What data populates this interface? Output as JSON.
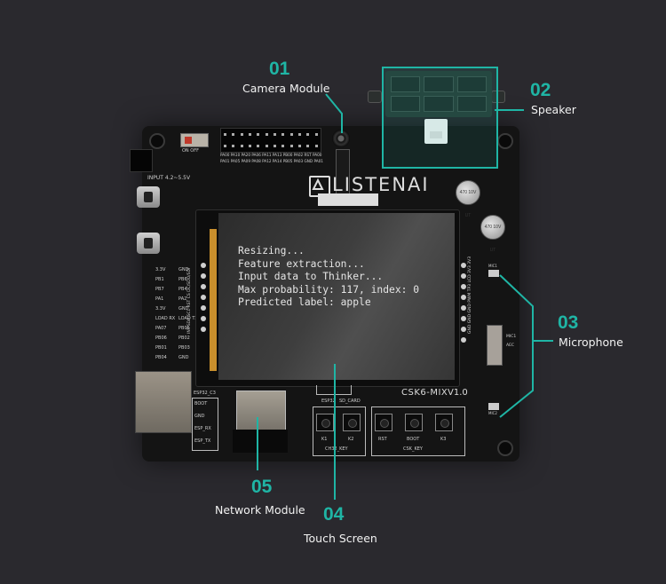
{
  "accent_color": "#1fb5a5",
  "background_color": "#2a292e",
  "callouts": [
    {
      "number": "01",
      "label": "Camera Module"
    },
    {
      "number": "02",
      "label": "Speaker"
    },
    {
      "number": "03",
      "label": "Microphone"
    },
    {
      "number": "04",
      "label": "Touch Screen"
    },
    {
      "number": "05",
      "label": "Network Module"
    }
  ],
  "board": {
    "brand": "LISTENAI",
    "model": "CSK6-MIX",
    "version": "V1.0",
    "input_label": "INPUT 4.2~5.5V",
    "switch_label": "ON OFF",
    "capacitor_label": "470 10V UT",
    "header_row1": "PA00 PA10 PA20 PA06 PA11 PA13 PB00 PA02 RST PA00",
    "header_row2": "PA01 PA05 PA09 PA08 PA12 PA14 PB05 PA03 GND PA01",
    "left_pins_left": [
      "3.3V",
      "PB1",
      "PB7",
      "PA1",
      "3.3V",
      "LOAD RX",
      "PA07",
      "PB06",
      "PB01",
      "PB04"
    ],
    "left_pins_right": [
      "GND",
      "PB6",
      "PB4",
      "PA2",
      "GND",
      "LOAD TX",
      "PB05",
      "PB02",
      "PB03",
      "GND"
    ],
    "lcd_pins_left": "INT SDA SCL RST CS DC/SDO/SDI",
    "lcd_pins_right": "GND GND GND PWM TP3 LCD 3V3 3V3",
    "esp_header_title": "ESP32_C3",
    "esp_pins": [
      "BOOT",
      "GND",
      "ESP_RX",
      "ESP_TX"
    ],
    "connector_labels": [
      "ESP32",
      "SD_CARD"
    ],
    "ch32_keys": [
      "K1",
      "K2"
    ],
    "ch32_group": "CH32_KEY",
    "csk_keys": [
      "RST",
      "BOOT",
      "K3"
    ],
    "csk_group": "CSK_KEY",
    "mic_switch_labels": [
      "MIC1",
      "AEC"
    ],
    "mic_labels": [
      "MIC1",
      "MIC2"
    ]
  },
  "screen": {
    "lines": [
      "Resizing...",
      "Feature extraction...",
      "Input data to Thinker...",
      "Max probability: 117, index: 0",
      "Predicted label: apple"
    ]
  }
}
